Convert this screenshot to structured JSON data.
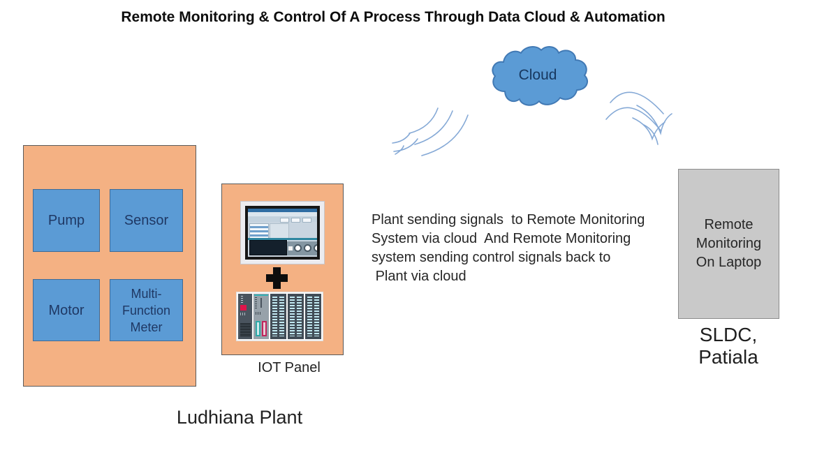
{
  "title": "Remote Monitoring & Control Of A Process Through Data Cloud & Automation",
  "cloud": {
    "label": "Cloud"
  },
  "plant": {
    "caption": "Ludhiana Plant",
    "components": {
      "pump": "Pump",
      "sensor": "Sensor",
      "motor": "Motor",
      "meter": "Multi-\nFunction\nMeter"
    }
  },
  "iot": {
    "caption": "IOT Panel"
  },
  "flow_text": "Plant sending signals  to Remote Monitoring\nSystem via cloud  And Remote Monitoring\nsystem sending control signals back to\n Plant via cloud",
  "remote": {
    "box_text": "Remote\nMonitoring\nOn Laptop",
    "caption": "SLDC, Patiala"
  },
  "palette": {
    "plant_orange": "#F4B183",
    "component_blue": "#5B9BD5",
    "component_border": "#3E6A96",
    "component_text": "#1F3864",
    "cloud_blue": "#5B9BD5",
    "cloud_border": "#4179B4",
    "laptop_gray": "#C9C9C9",
    "signal_blue": "#85A9D6"
  }
}
